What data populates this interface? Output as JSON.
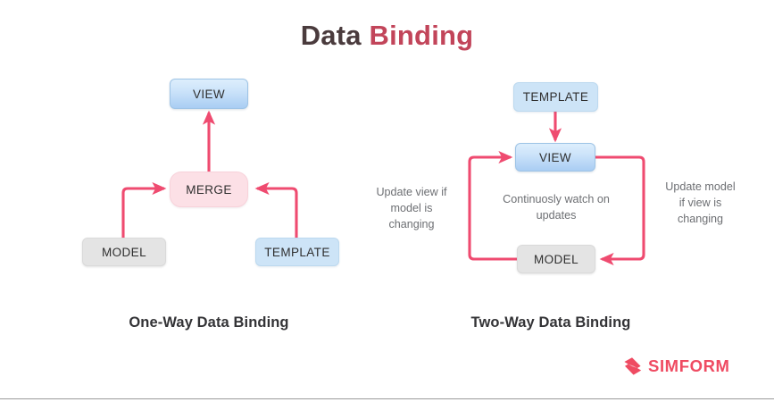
{
  "page": {
    "title_part1": "Data ",
    "title_part2": "Binding",
    "background": "#ffffff"
  },
  "colors": {
    "accent_pink": "#ef4b70",
    "title_dark": "#4a3b3d",
    "title_red": "#c2455a",
    "view_blue_top": "#ddeefc",
    "view_blue_bottom": "#a9cdf3",
    "template_blue": "#cde4f7",
    "model_gray": "#e4e4e4",
    "merge_pink": "#fce0e6",
    "annotation_gray": "#6d6f73",
    "brand_red": "#ef4b62"
  },
  "one_way": {
    "caption": "One-Way Data Binding",
    "nodes": {
      "view": "VIEW",
      "merge": "MERGE",
      "model": "MODEL",
      "template": "TEMPLATE"
    }
  },
  "two_way": {
    "caption": "Two-Way Data Binding",
    "nodes": {
      "template": "TEMPLATE",
      "view": "VIEW",
      "model": "MODEL"
    },
    "annotations": {
      "left": "Update view if model is changing",
      "left_lines": [
        "Update view if",
        "model is",
        "changing"
      ],
      "center": "Continuosly watch on updates",
      "center_lines": [
        "Continuosly watch on",
        "updates"
      ],
      "right": "Update model if view is changing",
      "right_lines": [
        "Update model",
        "if view is",
        "changing"
      ]
    }
  },
  "brand": {
    "name": "SIMFORM",
    "mark": "simform-logo-icon"
  }
}
